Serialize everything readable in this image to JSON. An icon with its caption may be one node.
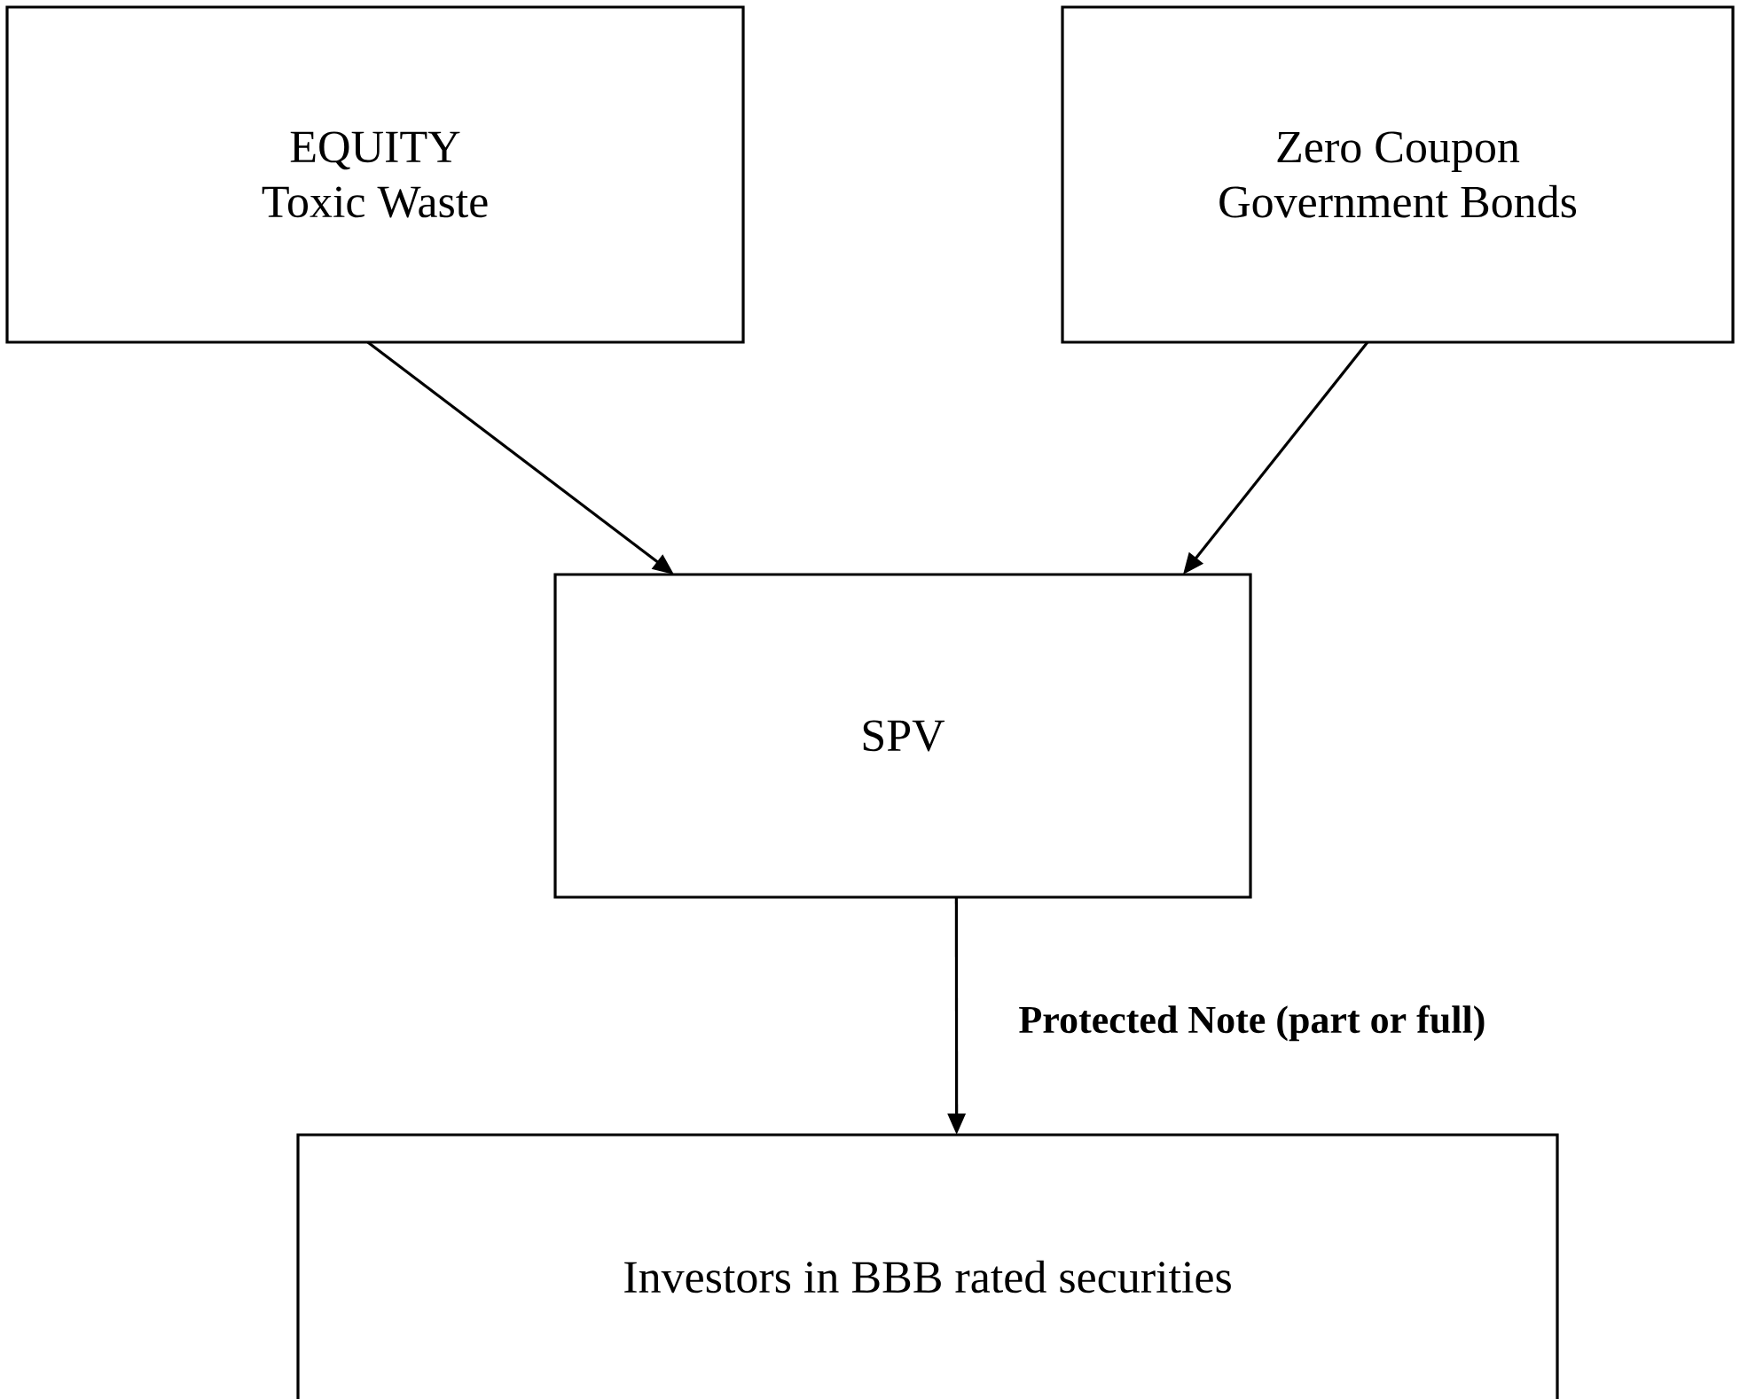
{
  "diagram": {
    "nodes": [
      {
        "text": [
          "EQUITY",
          "Toxic Waste"
        ]
      },
      {
        "text": [
          "Zero Coupon",
          "Government Bonds"
        ]
      },
      {
        "text": [
          "SPV"
        ]
      },
      {
        "text": [
          "Investors in BBB rated securities"
        ]
      }
    ],
    "edges": [
      {
        "from": 0,
        "to": 2,
        "arrow": "to"
      },
      {
        "from": 1,
        "to": 2,
        "arrow": "to"
      },
      {
        "from": 2,
        "to": 3,
        "arrow": "to",
        "label": "Protected Note (part or full)"
      }
    ]
  }
}
